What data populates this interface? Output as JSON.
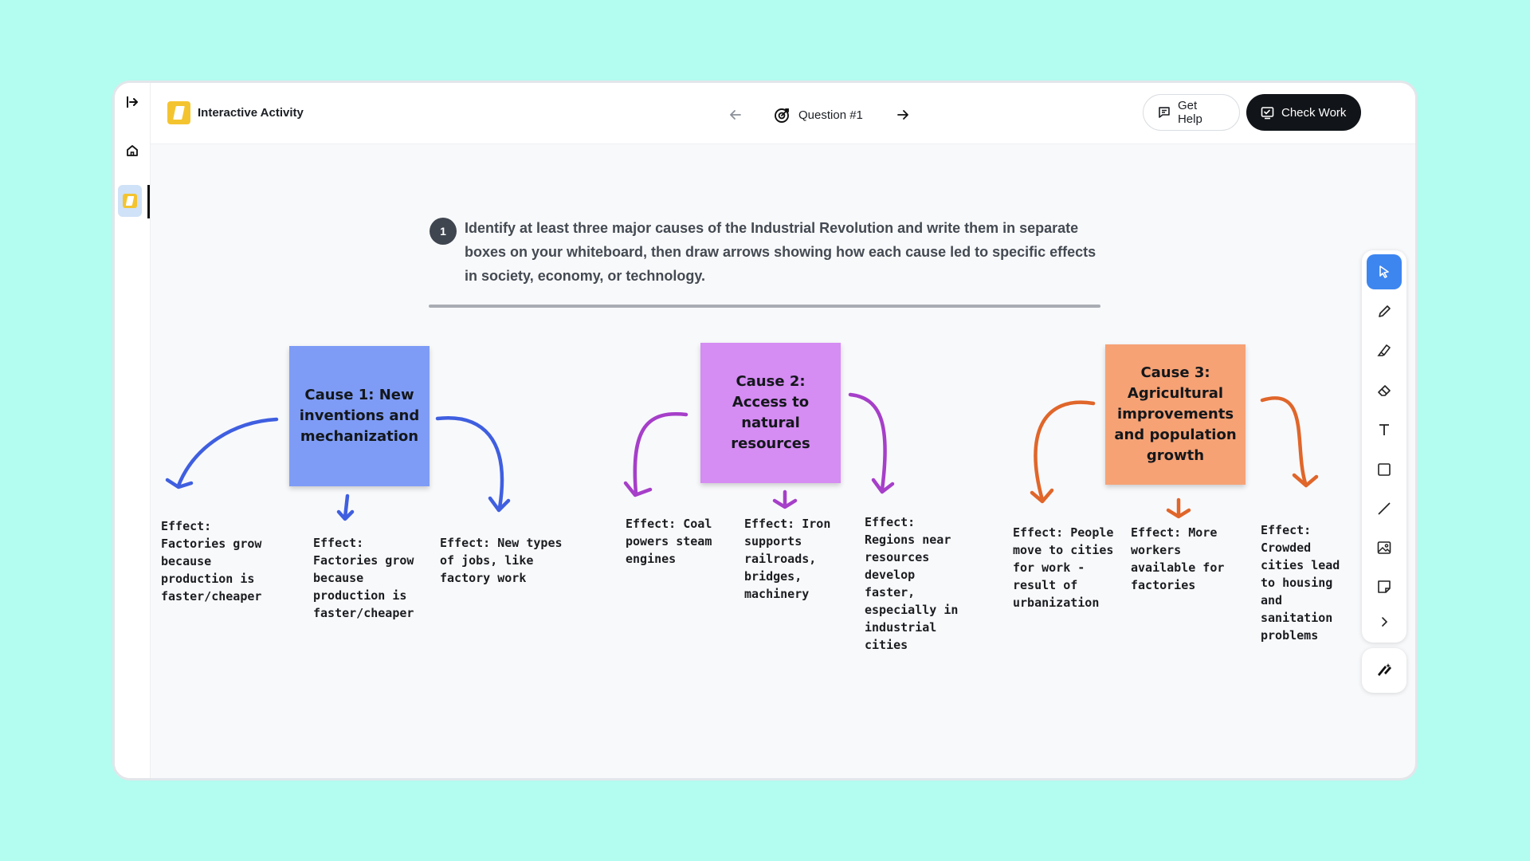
{
  "app": {
    "title": "Interactive Activity"
  },
  "nav": {
    "question_label": "Question #1"
  },
  "actions": {
    "help_label": "Get Help",
    "check_label": "Check Work"
  },
  "question": {
    "number": "1",
    "text": "Identify at least three major causes of the Industrial Revolution and write them in separate boxes on your whiteboard, then draw arrows showing how each cause led to specific effects in society, economy, or technology."
  },
  "whiteboard": {
    "causes": [
      {
        "text": "Cause 1: New inventions and mechanization",
        "color": "#7e9cf6",
        "arrow_color": "#3f5fe0"
      },
      {
        "text": "Cause 2: Access to natural resources",
        "color": "#d58cf3",
        "arrow_color": "#a63fc9"
      },
      {
        "text": "Cause 3: Agricultural improvements and population growth",
        "color": "#f6a275",
        "arrow_color": "#e0662a"
      }
    ],
    "effects": [
      "Effect: Factories grow because production is faster/cheaper",
      "Effect: Factories grow because production is faster/cheaper",
      "Effect: New types of jobs, like factory work",
      "Effect: Coal powers steam engines",
      "Effect: Iron supports railroads, bridges, machinery",
      "Effect: Regions near resources develop faster, especially in industrial cities",
      "Effect: People move to cities for work - result of urbanization",
      "Effect: More workers available for factories",
      "Effect: Crowded cities lead to housing and sanitation problems"
    ]
  },
  "toolbar": {
    "tools": [
      "select-icon",
      "pen-icon",
      "highlighter-icon",
      "eraser-icon",
      "text-icon",
      "rectangle-icon",
      "line-icon",
      "image-icon",
      "sticky-note-icon",
      "expand-icon"
    ],
    "active_tool": "select-icon",
    "accent": "#3d86f0"
  }
}
